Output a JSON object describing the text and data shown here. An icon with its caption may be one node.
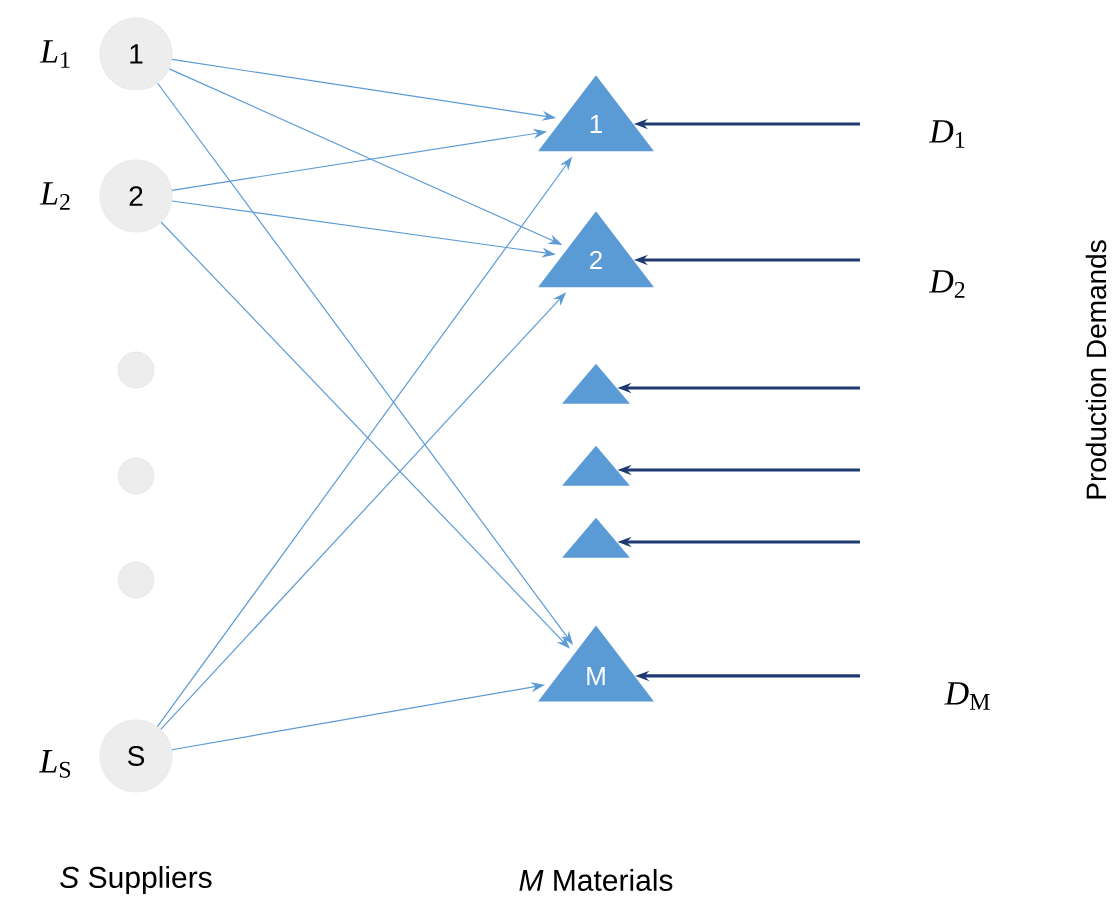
{
  "diagram": {
    "nodes": [
      {
        "text": [
          "1"
        ],
        "beside": [
          "*L*$_{1}$"
        ]
      },
      {
        "text": [
          "2"
        ],
        "beside": [
          "*L*$_{2}$"
        ]
      },
      {
        "text": [],
        "shape": "circle"
      },
      {
        "text": [],
        "shape": "circle"
      },
      {
        "text": [],
        "shape": "circle"
      },
      {
        "text": [
          "S"
        ],
        "beside": [
          "*L*$_{S}$"
        ]
      },
      {
        "text": [
          "1"
        ]
      },
      {
        "text": [
          "2"
        ]
      },
      {
        "text": [],
        "shape": "triangle"
      },
      {
        "text": [],
        "shape": "triangle"
      },
      {
        "text": [],
        "shape": "triangle"
      },
      {
        "text": [
          "M"
        ]
      }
    ],
    "edges": [
      {
        "from": 0,
        "to": 6,
        "arrow": "to"
      },
      {
        "from": 0,
        "to": 7,
        "arrow": "to"
      },
      {
        "from": 0,
        "to": 11,
        "arrow": "to"
      },
      {
        "from": 1,
        "to": 6,
        "arrow": "to"
      },
      {
        "from": 1,
        "to": 7,
        "arrow": "to"
      },
      {
        "from": 1,
        "to": 11,
        "arrow": "to"
      },
      {
        "from": 5,
        "to": 6,
        "arrow": "to"
      },
      {
        "from": 5,
        "to": 7,
        "arrow": "to"
      },
      {
        "from": 5,
        "to": 11,
        "arrow": "to"
      },
      {
        "from": null,
        "to": 6,
        "arrow": "to",
        "color": "#1f3a73"
      },
      {
        "from": null,
        "to": 7,
        "arrow": "to",
        "color": "#1f3a73"
      },
      {
        "from": null,
        "to": 8,
        "arrow": "to",
        "color": "#1f3a73"
      },
      {
        "from": null,
        "to": 9,
        "arrow": "to",
        "color": "#1f3a73"
      },
      {
        "from": null,
        "to": 10,
        "arrow": "to",
        "color": "#1f3a73"
      },
      {
        "from": null,
        "to": 11,
        "arrow": "to",
        "color": "#1f3a73"
      }
    ],
    "labels": [
      "*D*$_{1}$",
      "*D*$_{2}$",
      "Production Demands",
      "*D*$_{M}$",
      "*S* Suppliers",
      "*M* Materials"
    ]
  }
}
